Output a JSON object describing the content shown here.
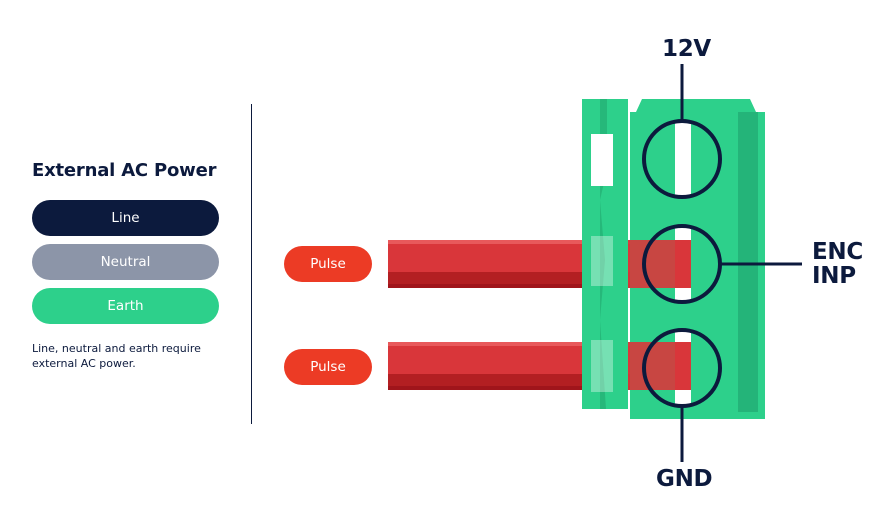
{
  "legend": {
    "title": "External AC Power",
    "items": [
      {
        "label": "Line",
        "color": "#0c1a3d"
      },
      {
        "label": "Neutral",
        "color": "#8c95a8"
      },
      {
        "label": "Earth",
        "color": "#2dd08b"
      }
    ],
    "note": "Line, neutral and earth require external AC power."
  },
  "wires": [
    {
      "label": "Pulse",
      "color": "#ec3b25"
    },
    {
      "label": "Pulse",
      "color": "#ec3b25"
    }
  ],
  "terminal": {
    "color": "#2dd08b",
    "pins": [
      {
        "label": "12V"
      },
      {
        "label": "ENC\nINP"
      },
      {
        "label": "GND"
      }
    ]
  },
  "colors": {
    "navy": "#0c1a3d",
    "wire_red": "#d9363a",
    "terminal_green": "#2dd08b"
  }
}
